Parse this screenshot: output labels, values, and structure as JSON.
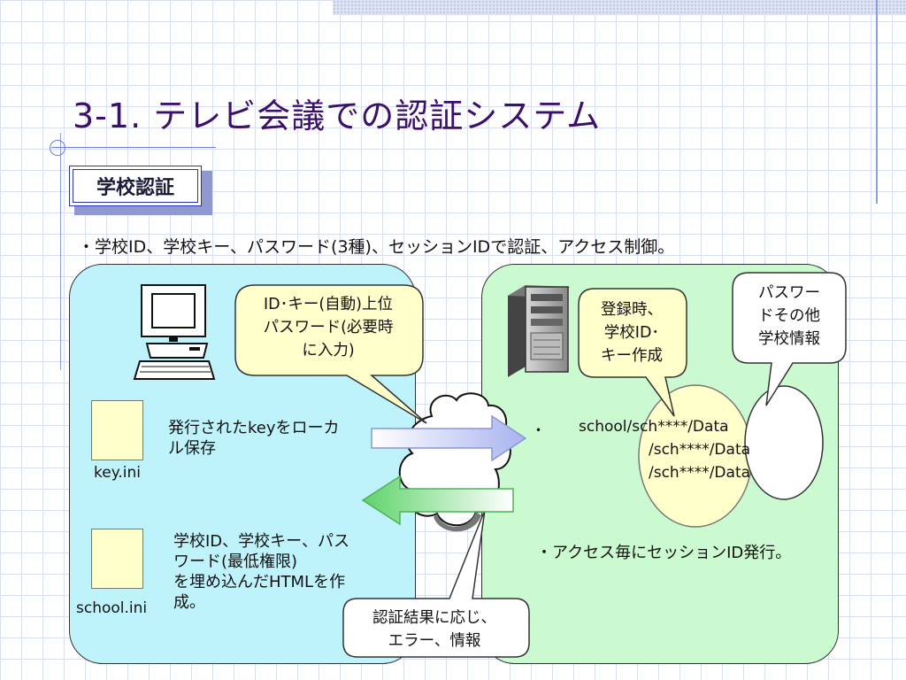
{
  "slide": {
    "title": "3-1. テレビ会議での認証システム",
    "badge": "学校認証",
    "bullet": "・学校ID、学校キー、パスワード(3種)、セッションIDで認証、アクセス制御。"
  },
  "left_panel": {
    "file_key_label": "key.ini",
    "file_school_label": "school.ini",
    "text_key": [
      "発行されたkeyをローカ",
      "ル保存"
    ],
    "text_school": [
      "学校ID、学校キー、パス",
      "ワード(最低権限)",
      "を埋め込んだHTMLを作",
      "成。"
    ]
  },
  "right_panel": {
    "bullet_mark": "・",
    "paths": [
      "school/sch****/Data",
      "/sch****/Data",
      "/sch****/Data"
    ],
    "access_text": "・アクセス毎にセッションID発行。"
  },
  "callouts": {
    "client": [
      "ID･キー(自動)上位",
      "パスワード(必要時",
      "に入力)"
    ],
    "register": [
      "登録時、",
      "学校ID･",
      "キー作成"
    ],
    "password": [
      "パスワー",
      "ドその他",
      "学校情報"
    ],
    "result": [
      "認証結果に応じ、",
      "エラー、情報"
    ]
  },
  "colors": {
    "title": "#3a106b",
    "left_panel": "#bff3fc",
    "right_panel": "#ccfad0",
    "callout": "#ffffcc",
    "data_ellipse": "#ffffcc"
  },
  "icons": [
    "computer-icon",
    "server-icon",
    "cloud-icon",
    "right-arrow-icon",
    "left-arrow-icon"
  ]
}
